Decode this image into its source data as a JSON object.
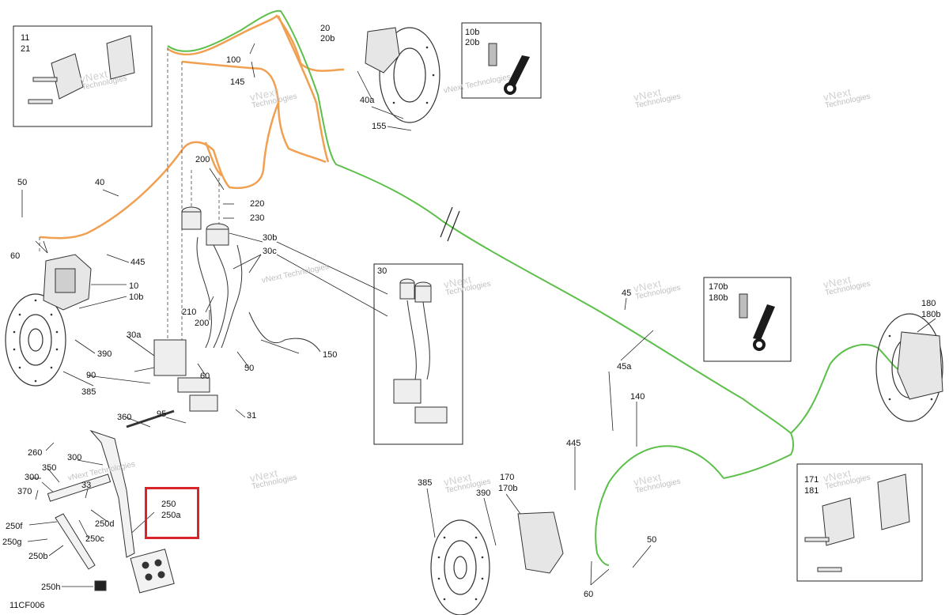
{
  "diagram_code": "11CF006",
  "watermark": {
    "line1": "vNext",
    "line2": "Technologies",
    "inline": "vNext Technologies"
  },
  "callouts": {
    "c11": "11",
    "c21": "21",
    "c10b_top": "10b",
    "c20b_top": "20b",
    "c20": "20",
    "c20b": "20b",
    "c100": "100",
    "c145": "145",
    "c40a": "40a",
    "c155": "155",
    "c200a": "200",
    "c220": "220",
    "c230": "230",
    "c40": "40",
    "c50a": "50",
    "c60a": "60",
    "c445a": "445",
    "c10": "10",
    "c10b": "10b",
    "c30b": "30b",
    "c30c": "30c",
    "c30": "30",
    "c210": "210",
    "c200b": "200",
    "c150": "150",
    "c50b": "50",
    "c390a": "390",
    "c30a": "30a",
    "c60b": "60",
    "c90": "90",
    "c385a": "385",
    "c95": "95",
    "c31": "31",
    "c360": "360",
    "c260": "260",
    "c300a": "300",
    "c350": "350",
    "c300b": "300",
    "c33": "33",
    "c370": "370",
    "c250d": "250d",
    "c250f": "250f",
    "c250c": "250c",
    "c250g": "250g",
    "c250b": "250b",
    "c250h": "250h",
    "c250": "250",
    "c250a": "250a",
    "c45": "45",
    "c45a": "45a",
    "c140": "140",
    "c170b": "170b",
    "c180b_box": "180b",
    "c180": "180",
    "c180b": "180b",
    "c445b": "445",
    "c385b": "385",
    "c390b": "390",
    "c170": "170",
    "c170b2": "170b",
    "c50c": "50",
    "c60c": "60",
    "c171": "171",
    "c181": "181"
  },
  "colors": {
    "orange": "#f0a050",
    "green": "#5cbf4a",
    "red": "#d8252a",
    "ink": "#222222"
  }
}
